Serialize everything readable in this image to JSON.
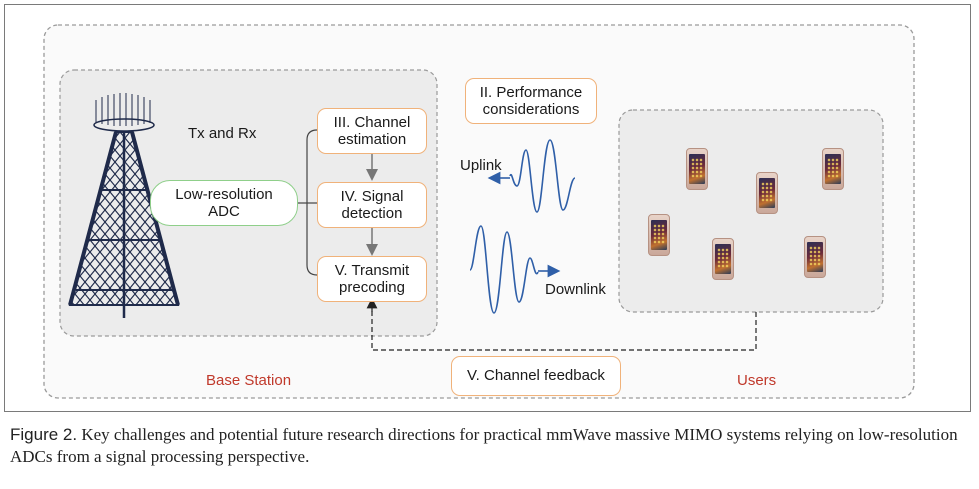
{
  "labels": {
    "tx_rx": "Tx and Rx",
    "adc": "Low-resolution\nADC",
    "channel_estimation": "III. Channel\nestimation",
    "signal_detection": "IV. Signal\ndetection",
    "transmit_precoding": "V. Transmit\nprecoding",
    "performance": "II. Performance\nconsiderations",
    "uplink": "Uplink",
    "downlink": "Downlink",
    "channel_feedback": "V. Channel feedback",
    "base_station": "Base Station",
    "users": "Users"
  },
  "caption": {
    "figure_label": "Figure 2.",
    "text": "Key challenges and potential future research directions for practical mmWave massive MIMO systems relying on low-resolution ADCs from a signal processing perspective."
  },
  "colors": {
    "orange_border": "#f0b27a",
    "green_border": "#8fcf8a",
    "wave_blue": "#2f5fa8",
    "tower_navy": "#1f2a4a",
    "red_text": "#c0392b"
  },
  "icons": [
    "antenna-tower-icon",
    "smartphone-icon",
    "uplink-wave-icon",
    "downlink-wave-icon"
  ]
}
